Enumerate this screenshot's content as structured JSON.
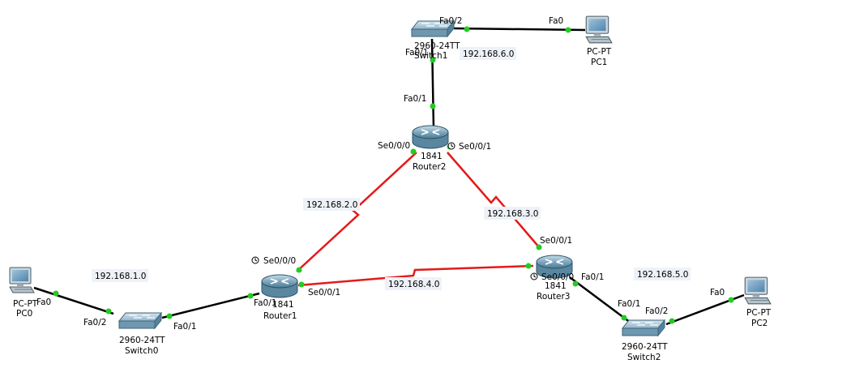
{
  "colors": {
    "ethernet_link": "#000000",
    "serial_link": "#e41a1a",
    "port_up": "#22cc22",
    "network_label_bg": "#eef2f8"
  },
  "devices": {
    "pc0": {
      "model": "PC-PT",
      "name": "PC0",
      "icon": "pc-icon"
    },
    "pc1": {
      "model": "PC-PT",
      "name": "PC1",
      "icon": "pc-icon"
    },
    "pc2": {
      "model": "PC-PT",
      "name": "PC2",
      "icon": "pc-icon"
    },
    "switch0": {
      "model": "2960-24TT",
      "name": "Switch0",
      "icon": "switch-icon"
    },
    "switch1": {
      "model": "2960-24TT",
      "name": "Switch1",
      "icon": "switch-icon"
    },
    "switch2": {
      "model": "2960-24TT",
      "name": "Switch2",
      "icon": "switch-icon"
    },
    "router1": {
      "model": "1841",
      "name": "Router1",
      "icon": "router-icon"
    },
    "router2": {
      "model": "1841",
      "name": "Router2",
      "icon": "router-icon"
    },
    "router3": {
      "model": "1841",
      "name": "Router3",
      "icon": "router-icon"
    }
  },
  "networks": {
    "net1": "192.168.1.0",
    "net2": "192.168.2.0",
    "net3": "192.168.3.0",
    "net4": "192.168.4.0",
    "net5": "192.168.5.0",
    "net6": "192.168.6.0"
  },
  "ports": {
    "pc0_fa0": "Fa0",
    "sw0_fa02": "Fa0/2",
    "sw0_fa01": "Fa0/1",
    "r1_fa01": "Fa0/1",
    "r1_se000": "Se0/0/0",
    "r1_se001": "Se0/0/1",
    "r2_se000": "Se0/0/0",
    "r2_se001": "Se0/0/1",
    "r2_fa01": "Fa0/1",
    "sw1_fa01": "Fa0/1",
    "sw1_fa02": "Fa0/2",
    "pc1_fa0": "Fa0",
    "r3_se001": "Se0/0/1",
    "r3_se000": "Se0/0/0",
    "r3_fa01": "Fa0/1",
    "sw2_fa01": "Fa0/1",
    "sw2_fa02": "Fa0/2",
    "pc2_fa0": "Fa0"
  },
  "clock_icons": [
    "clock-icon",
    "clock-icon",
    "clock-icon"
  ]
}
